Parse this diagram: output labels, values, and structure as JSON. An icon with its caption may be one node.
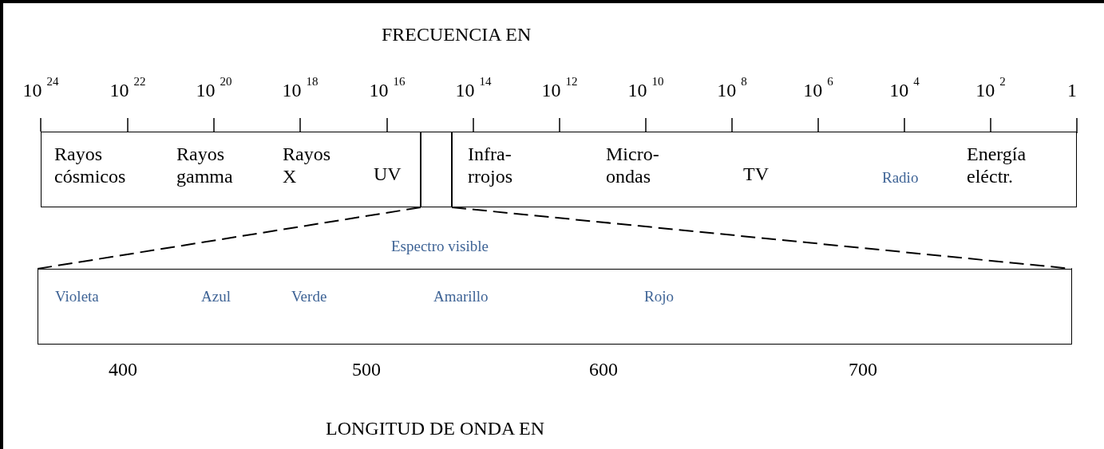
{
  "diagram": {
    "title": "FRECUENCIA EN",
    "caption": "LONGITUD DE ONDA EN",
    "nodes": [
      {
        "text": [
          "Rayos cósmicos",
          "Rayos gamma",
          "Rayos X",
          "UV"
        ]
      },
      {
        "text": [],
        "shape": "box"
      },
      {
        "text": [
          "Infra- rrojos",
          "Micro- ondas",
          "TV",
          "Radio",
          "Energía eléctr."
        ]
      },
      {
        "text": [
          "Violeta",
          "Azul",
          "Verde",
          "Amarillo",
          "Rojo"
        ],
        "beside": [
          "Espectro visible"
        ]
      }
    ],
    "edges": [
      {
        "from": 1,
        "to": 3,
        "arrow": "none",
        "style": "dashed"
      },
      {
        "from": 1,
        "to": 3,
        "arrow": "none",
        "style": "dashed"
      }
    ],
    "labels": [
      "10 $^{24}$",
      "10 $^{22}$",
      "10 $^{20}$",
      "10 $^{18}$",
      "10 $^{16}$",
      "10 $^{14}$",
      "10 $^{12}$",
      "10 $^{10}$",
      "10 $^{8}$",
      "10 $^{6}$",
      "10 $^{4}$",
      "10 $^{2}$",
      "1",
      "400",
      "500",
      "600",
      "700"
    ]
  }
}
